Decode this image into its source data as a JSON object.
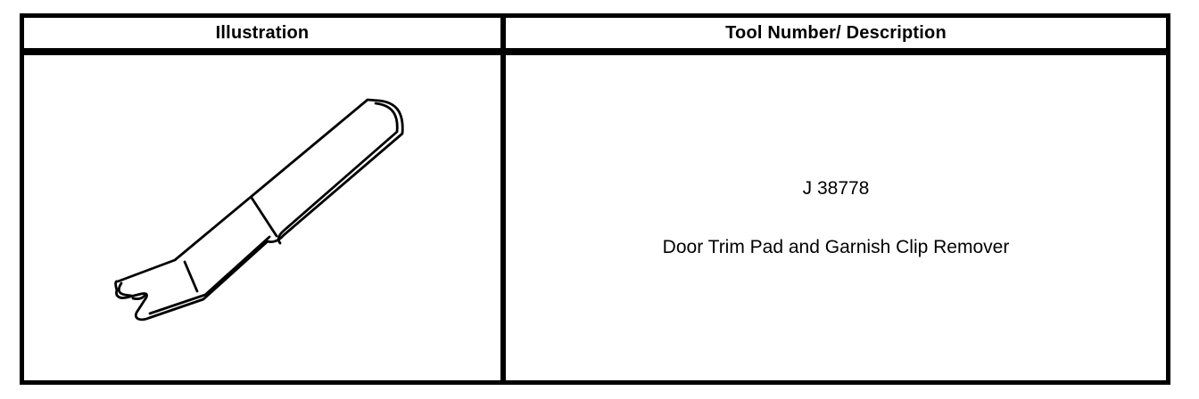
{
  "table": {
    "headers": [
      {
        "label": "Illustration"
      },
      {
        "label": "Tool Number/ Description"
      }
    ],
    "row": {
      "tool_number": "J 38778",
      "description": "Door Trim Pad and Garnish Clip Remover",
      "illustration_name": "door-trim-pad-and-garnish-clip-remover-line-drawing"
    },
    "colors": {
      "border": "#000000",
      "text": "#000000",
      "background": "#ffffff",
      "line_art": "#000000"
    }
  }
}
